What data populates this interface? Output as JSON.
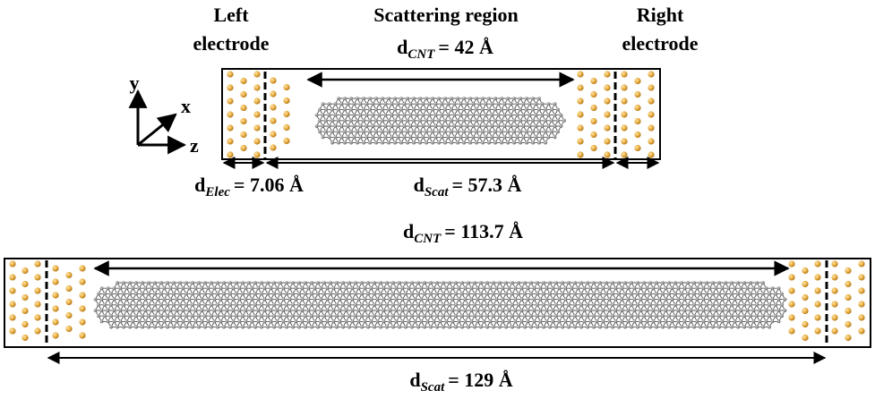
{
  "labels": {
    "left_electrode": [
      "Left",
      "electrode"
    ],
    "scattering_region": "Scattering region",
    "right_electrode": [
      "Right",
      "electrode"
    ],
    "axis_y": "y",
    "axis_x": "x",
    "axis_z": "z"
  },
  "top_system": {
    "d_cnt": {
      "symbol": "d",
      "sub": "CNT",
      "value": "= 42 Å"
    },
    "d_elec": {
      "symbol": "d",
      "sub": "Elec",
      "value": "= 7.06 Å"
    },
    "d_scat": {
      "symbol": "d",
      "sub": "Scat",
      "value": "= 57.3 Å"
    }
  },
  "bottom_system": {
    "d_cnt": {
      "symbol": "d",
      "sub": "CNT",
      "value": "= 113.7 Å"
    },
    "d_scat": {
      "symbol": "d",
      "sub": "Scat",
      "value": "= 129 Å"
    }
  },
  "colors": {
    "gold_atom": "#e5a83c",
    "gold_atom_edge": "#9b6a12",
    "carbon_atom": "#7d7d7d",
    "carbon_bond": "#4a4a4a",
    "box_line": "#000000"
  }
}
